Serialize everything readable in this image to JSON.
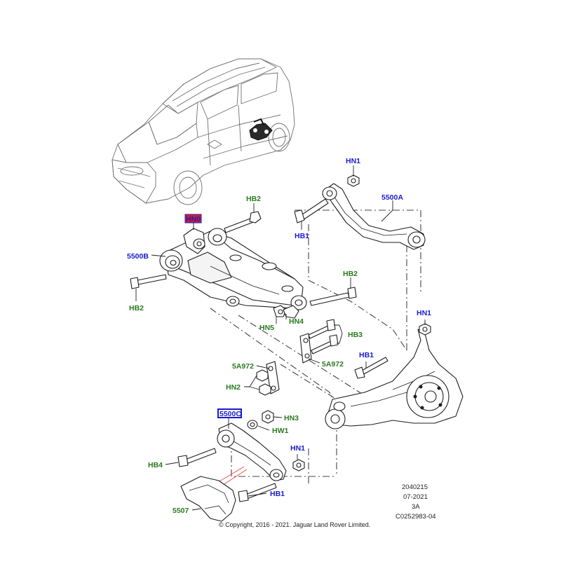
{
  "colors": {
    "blue_label": "#1a1ad0",
    "green_label": "#2a7a1f",
    "red_highlight": "#d42020",
    "blue_highlight_border": "#1a1ad0",
    "line": "#1e1e1e"
  },
  "callouts": [
    {
      "id": "hn1-top",
      "text": "HN1",
      "color": "blue"
    },
    {
      "id": "5500a",
      "text": "5500A",
      "color": "blue"
    },
    {
      "id": "hb2-top",
      "text": "HB2",
      "color": "green"
    },
    {
      "id": "hn0",
      "text": "HN0",
      "color": "blue",
      "highlight": "red"
    },
    {
      "id": "hb1-top",
      "text": "HB1",
      "color": "blue"
    },
    {
      "id": "5500b",
      "text": "5500B",
      "color": "blue"
    },
    {
      "id": "hb2-right",
      "text": "HB2",
      "color": "green"
    },
    {
      "id": "hb2-left",
      "text": "HB2",
      "color": "green"
    },
    {
      "id": "hn1-right",
      "text": "HN1",
      "color": "blue"
    },
    {
      "id": "hn4",
      "text": "HN4",
      "color": "green"
    },
    {
      "id": "hn5",
      "text": "HN5",
      "color": "green"
    },
    {
      "id": "hb3",
      "text": "HB3",
      "color": "green"
    },
    {
      "id": "hb1-mid",
      "text": "HB1",
      "color": "blue"
    },
    {
      "id": "5a972-left",
      "text": "5A972",
      "color": "green"
    },
    {
      "id": "5a972-right",
      "text": "5A972",
      "color": "green"
    },
    {
      "id": "hn2",
      "text": "HN2",
      "color": "green"
    },
    {
      "id": "5500c",
      "text": "5500C",
      "color": "blue",
      "highlight": "blue-box"
    },
    {
      "id": "hn3",
      "text": "HN3",
      "color": "green"
    },
    {
      "id": "hw1",
      "text": "HW1",
      "color": "green"
    },
    {
      "id": "hn1-bottom",
      "text": "HN1",
      "color": "blue"
    },
    {
      "id": "hb4",
      "text": "HB4",
      "color": "green"
    },
    {
      "id": "hb1-bottom",
      "text": "HB1",
      "color": "blue"
    },
    {
      "id": "5507",
      "text": "5507",
      "color": "green"
    }
  ],
  "meta": {
    "line1": "2040215",
    "line2": "07-2021",
    "line3": "3A",
    "line4": "C0252983-04"
  },
  "copyright": "© Copyright, 2016 - 2021. Jaguar Land Rover Limited."
}
